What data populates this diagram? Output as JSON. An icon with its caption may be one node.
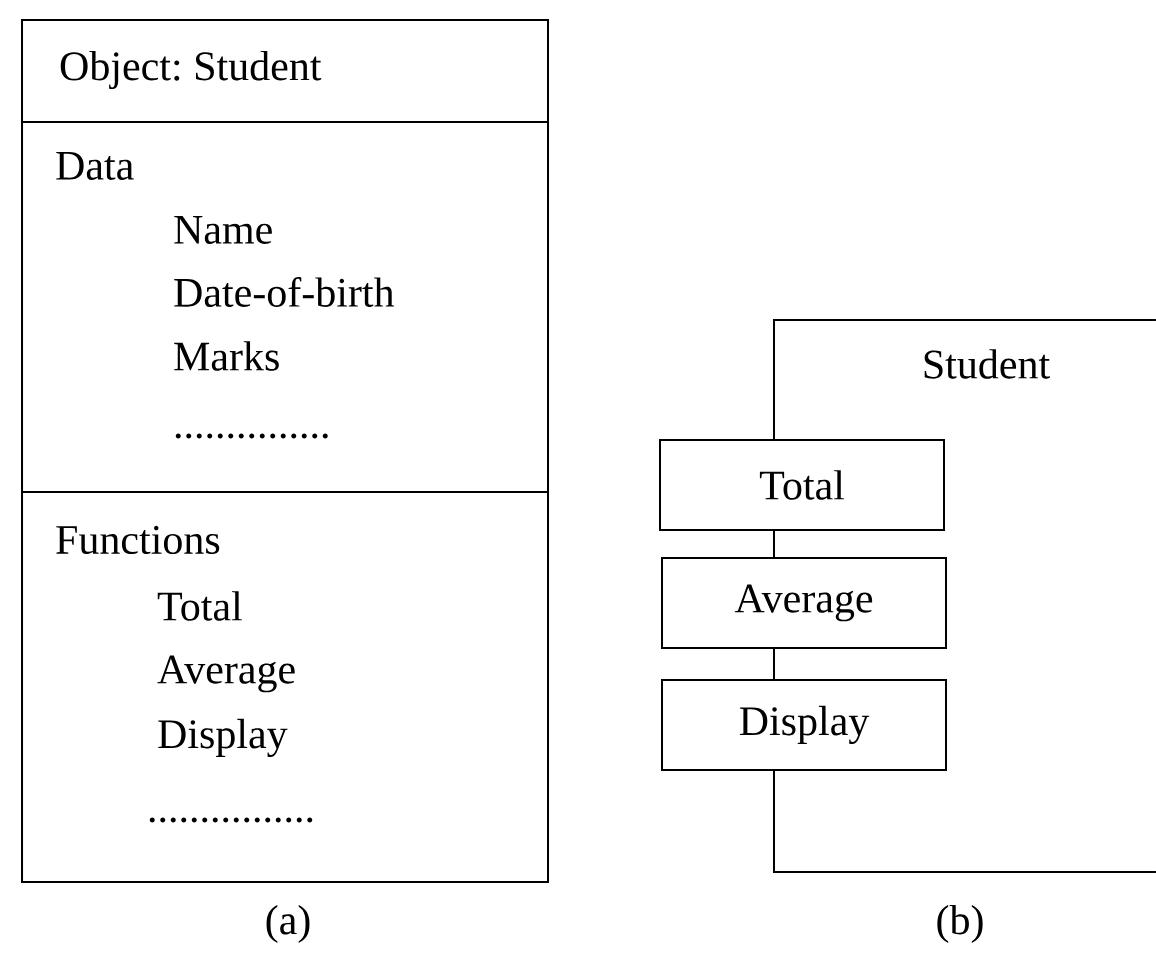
{
  "diagram": {
    "nodes": [
      {
        "text": [
          "Object: Student"
        ]
      },
      {
        "text": [
          "Data",
          "Name",
          "Date-of-birth",
          "Marks",
          "..............."
        ],
        "in": 0
      },
      {
        "text": [
          "Functions",
          "Total",
          "Average",
          "Display",
          "................"
        ],
        "in": 0
      },
      {
        "text": [
          "Student"
        ]
      },
      {
        "text": [
          "Total"
        ]
      },
      {
        "text": [
          "Average"
        ]
      },
      {
        "text": [
          "Display"
        ]
      }
    ],
    "labels": [
      "(a)",
      "(b)"
    ]
  }
}
